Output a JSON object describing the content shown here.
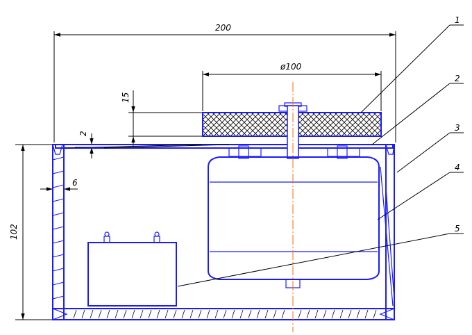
{
  "dimensions": {
    "overall_width": "200",
    "disc_diameter": "ø100",
    "disc_height": "15",
    "top_thickness": "2",
    "wall_thickness": "6",
    "overall_height": "102"
  },
  "callouts": [
    "1",
    "2",
    "3",
    "4",
    "5"
  ],
  "colors": {
    "outline": "#1a1aff",
    "dimension": "#000000",
    "centerline": "#ff6a00"
  }
}
